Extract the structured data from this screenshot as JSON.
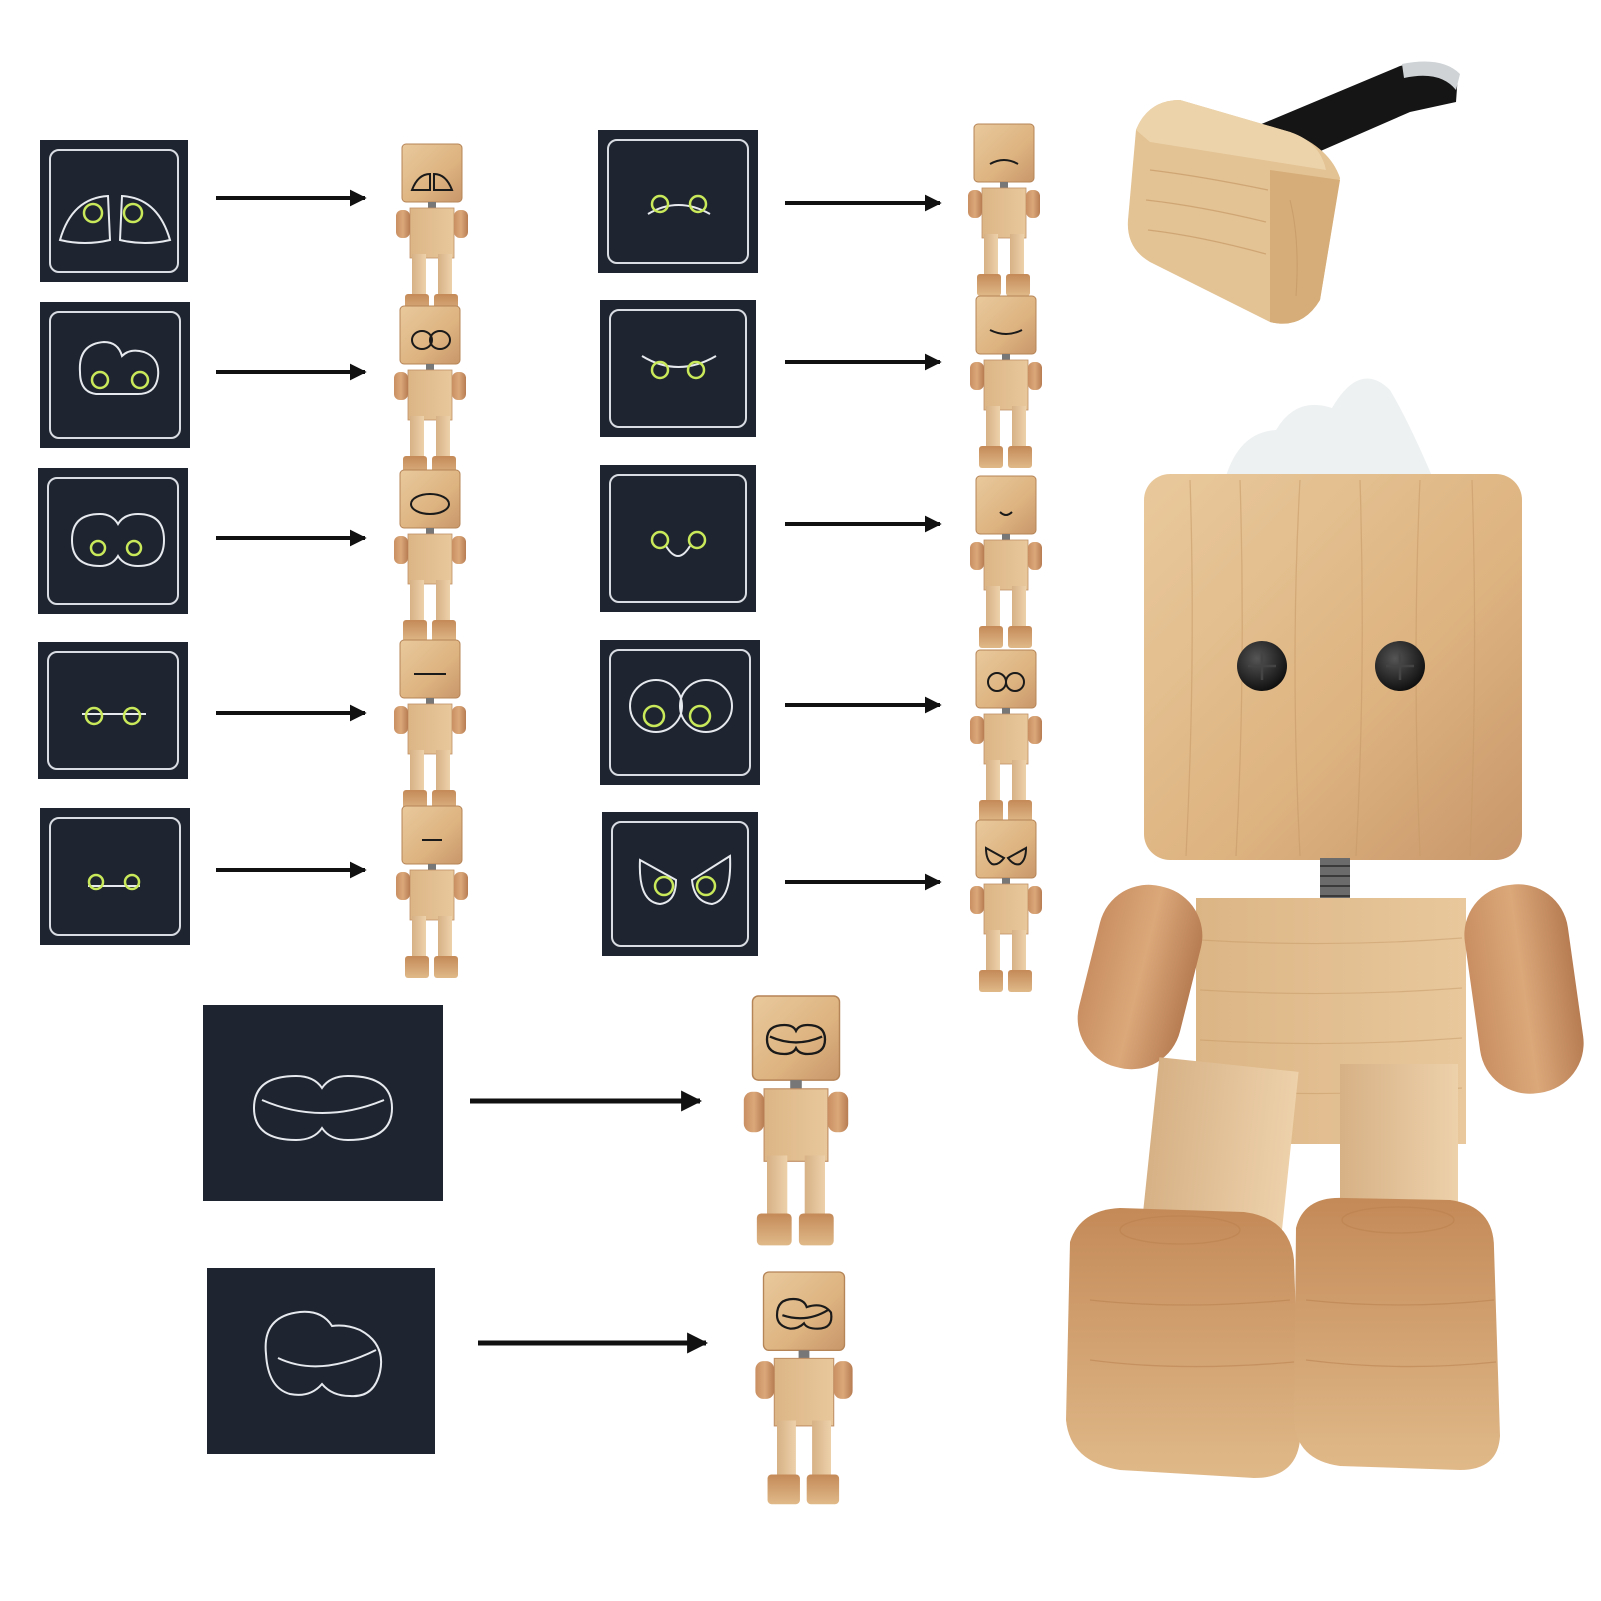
{
  "colors": {
    "tile_bg": "#1f2530",
    "tile_frame": "#d9dde3",
    "eye_line": "#e6e9ee",
    "pupil": "#c9e85a",
    "arrow": "#111111",
    "wood_light": "#e8c79a",
    "wood_mid": "#d9ae78",
    "wood_dark": "#b8835a",
    "feet": "#c08856",
    "screw": "#1a1a1a",
    "felt": "#f1f3f4",
    "clip": "#151515"
  },
  "expressions": [
    {
      "id": "sad-droopy",
      "eyes": "droopy-lids"
    },
    {
      "id": "glance-down",
      "eyes": "big-round-lowered"
    },
    {
      "id": "squint-down",
      "eyes": "oval-lowered"
    },
    {
      "id": "flat-neutral",
      "eyes": "line"
    },
    {
      "id": "small-neutral",
      "eyes": "line-small"
    },
    {
      "id": "frown",
      "eyes": "frown-arc"
    },
    {
      "id": "grumpy",
      "eyes": "frown-arc-wide"
    },
    {
      "id": "smirk",
      "eyes": "smile-connector"
    },
    {
      "id": "wide-eyed",
      "eyes": "big-round"
    },
    {
      "id": "angry",
      "eyes": "angry-lids"
    },
    {
      "id": "sleepy-wide",
      "eyes": "wide-closed"
    },
    {
      "id": "sleepy-tilt",
      "eyes": "wide-closed-tilted"
    }
  ]
}
